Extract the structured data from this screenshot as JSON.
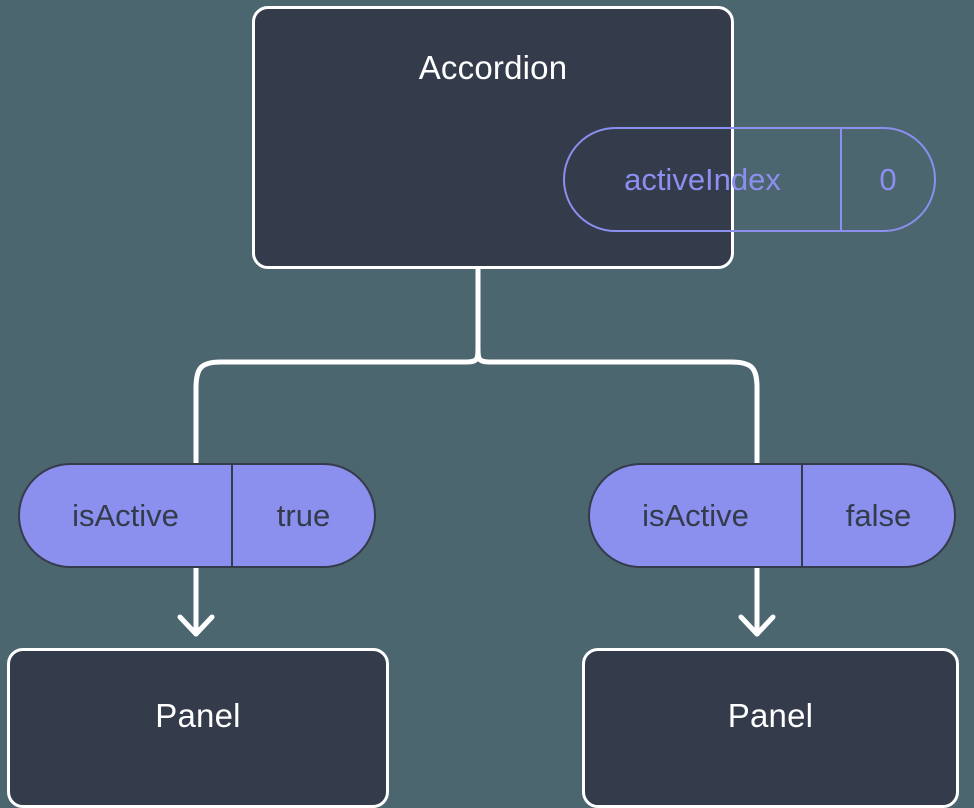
{
  "diagram": {
    "type": "component-tree",
    "background_color": "#4c6670",
    "box_fill_color": "#343b4b",
    "box_border_color": "#ffffff",
    "accent_color": "#8b8fee",
    "connector_color": "#ffffff",
    "root": {
      "title": "Accordion",
      "prop": {
        "key": "activeIndex",
        "value": "0"
      }
    },
    "branches": [
      {
        "prop": {
          "key": "isActive",
          "value": "true"
        },
        "child": {
          "title": "Panel"
        }
      },
      {
        "prop": {
          "key": "isActive",
          "value": "false"
        },
        "child": {
          "title": "Panel"
        }
      }
    ]
  }
}
